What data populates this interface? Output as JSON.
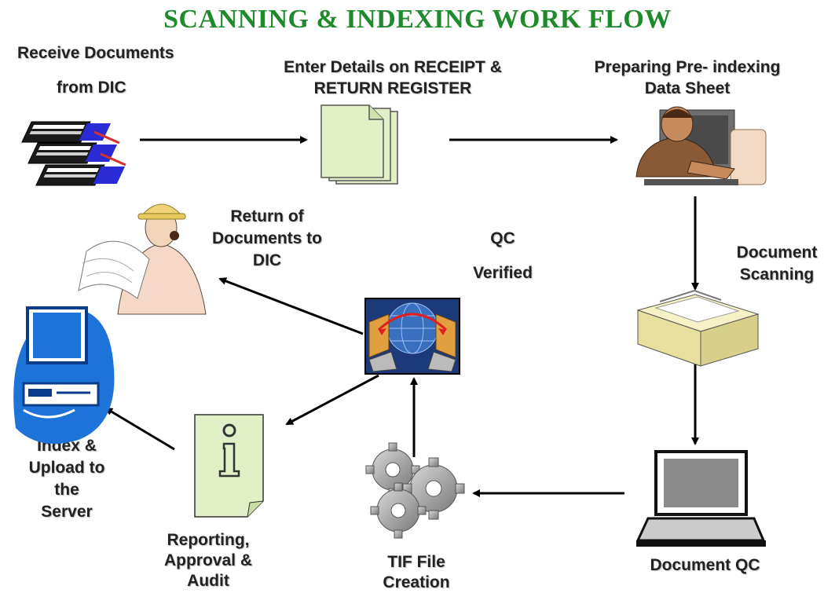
{
  "title": "SCANNING & INDEXING WORK FLOW",
  "steps": {
    "receive": {
      "line1": "Receive Documents",
      "line2": "from DIC"
    },
    "enter": {
      "line1": "Enter Details on RECEIPT &",
      "line2": "RETURN  REGISTER"
    },
    "prepare": {
      "line1": "Preparing Pre- indexing",
      "line2": "Data Sheet"
    },
    "scan": {
      "line1": "Document",
      "line2": "Scanning"
    },
    "qc": {
      "label": "Document QC"
    },
    "tif": {
      "line1": "TIF File",
      "line2": "Creation"
    },
    "verified": {
      "line1": "QC",
      "line2": "Verified"
    },
    "return": {
      "line1": "Return of",
      "line2": "Documents to",
      "line3": "DIC"
    },
    "report": {
      "line1": "Reporting,",
      "line2": "Approval &",
      "line3": "Audit"
    },
    "upload": {
      "line1": "Index &",
      "line2": "Upload to",
      "line3": "the",
      "line4": "Server"
    }
  },
  "colors": {
    "title": "#1f8a2b",
    "accent_blue": "#1e73d8",
    "paper_green": "#e2f0c8",
    "scanner_yellow": "#f7f2c6"
  }
}
